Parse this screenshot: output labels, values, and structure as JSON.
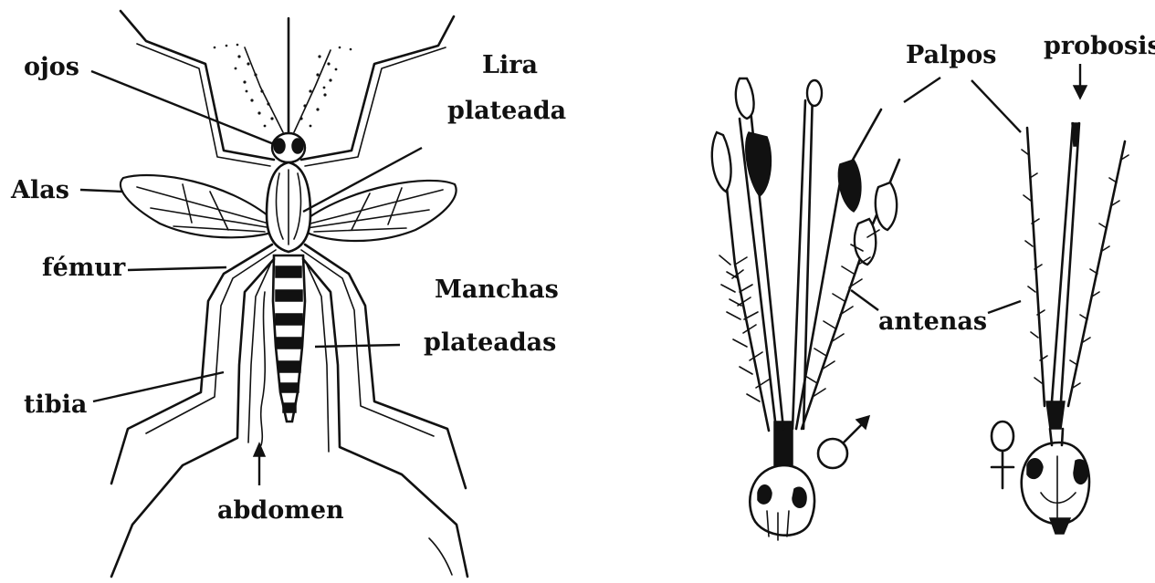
{
  "labels": {
    "ojos": "ojos",
    "lira_1": "Lira",
    "lira_2": "plateada",
    "alas": "Alas",
    "femur": "fémur",
    "manchas_1": "Manchas",
    "manchas_2": "plateadas",
    "tibia": "tibia",
    "abdomen": "abdomen",
    "palpos": "Palpos",
    "probosis": "probosis",
    "antenas": "antenas"
  },
  "symbols": {
    "male": "male-symbol-icon",
    "female": "female-symbol-icon"
  },
  "colors": {
    "ink": "#111111",
    "paper": "#ffffff"
  }
}
